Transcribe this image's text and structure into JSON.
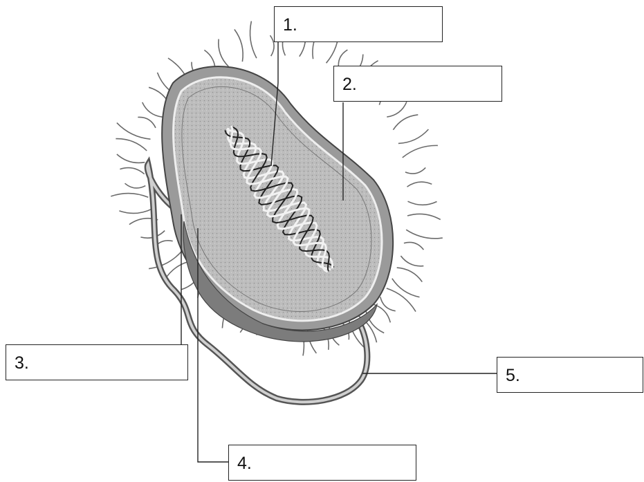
{
  "labels": [
    {
      "number": "1.",
      "answer": ""
    },
    {
      "number": "2.",
      "answer": ""
    },
    {
      "number": "3.",
      "answer": ""
    },
    {
      "number": "4.",
      "answer": ""
    },
    {
      "number": "5.",
      "answer": ""
    }
  ]
}
